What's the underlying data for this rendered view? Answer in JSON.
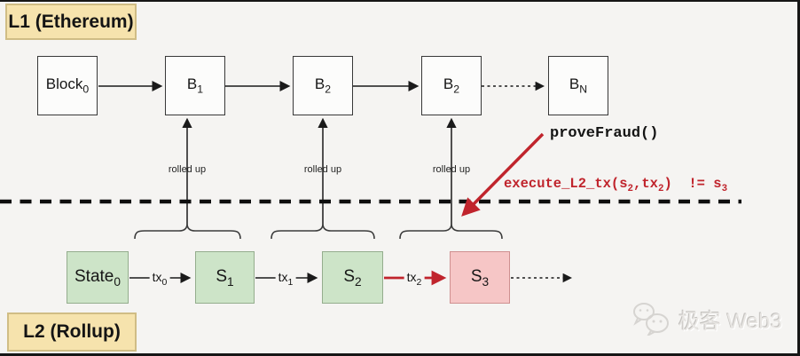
{
  "l1_label": "L1 (Ethereum)",
  "l2_label": "L2 (Rollup)",
  "l1_blocks": [
    {
      "base": "Block",
      "sub": "0"
    },
    {
      "base": "B",
      "sub": "1"
    },
    {
      "base": "B",
      "sub": "2"
    },
    {
      "base": "B",
      "sub": "2"
    },
    {
      "base": "B",
      "sub": "N"
    }
  ],
  "rolled_up_labels": [
    "rolled up",
    "rolled up",
    "rolled up"
  ],
  "fraud": {
    "prove_label": "proveFraud()",
    "formula": {
      "p0": "execute_L2_tx(s",
      "s0": "2",
      "p1": ",tx",
      "s1": "2",
      "p2": ")  != s",
      "s2": "3"
    }
  },
  "l2_states": [
    {
      "base": "State",
      "sub": "0",
      "status": "valid"
    },
    {
      "base": "S",
      "sub": "1",
      "status": "valid"
    },
    {
      "base": "S",
      "sub": "2",
      "status": "valid"
    },
    {
      "base": "S",
      "sub": "3",
      "status": "fraudulent"
    }
  ],
  "tx_labels": [
    {
      "base": "tx",
      "sub": "0"
    },
    {
      "base": "tx",
      "sub": "1"
    },
    {
      "base": "tx",
      "sub": "2"
    }
  ],
  "watermark": {
    "text": "极客 Web3",
    "icon": "wechat-chat-bubbles-icon"
  },
  "colors": {
    "background": "#f5f4f2",
    "label_tan_fill": "#f6e3ad",
    "label_tan_border": "#d0bd85",
    "state_green_fill": "#cde4c8",
    "state_pink_fill": "#f6c6c6",
    "accent_red": "#c0242c",
    "line_black": "#1a1a1a"
  }
}
